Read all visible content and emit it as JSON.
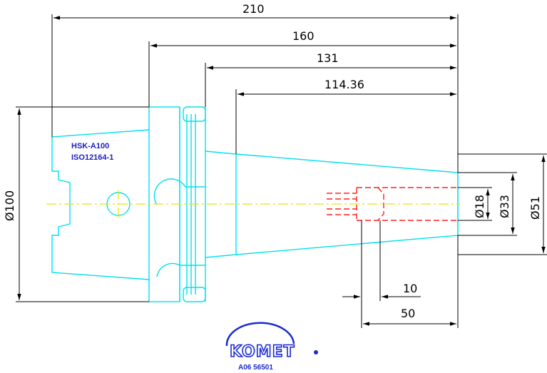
{
  "dimensions": {
    "length_total": "210",
    "length_160": "160",
    "length_131": "131",
    "length_114": "114.36",
    "dia_100": "Ø100",
    "dia_18": "Ø18",
    "dia_33": "Ø33",
    "dia_51": "Ø51",
    "len_10": "10",
    "len_50": "50"
  },
  "spec": {
    "line1": "HSK-A100",
    "line2": "ISO12164-1"
  },
  "logo": {
    "brand": "KOMET",
    "code": "A06 56501"
  },
  "colors": {
    "outline": "#00e0ee",
    "hidden": "#ff2020",
    "axis": "#e8e800",
    "dimension": "#000000",
    "brand": "#1a2ad0"
  }
}
